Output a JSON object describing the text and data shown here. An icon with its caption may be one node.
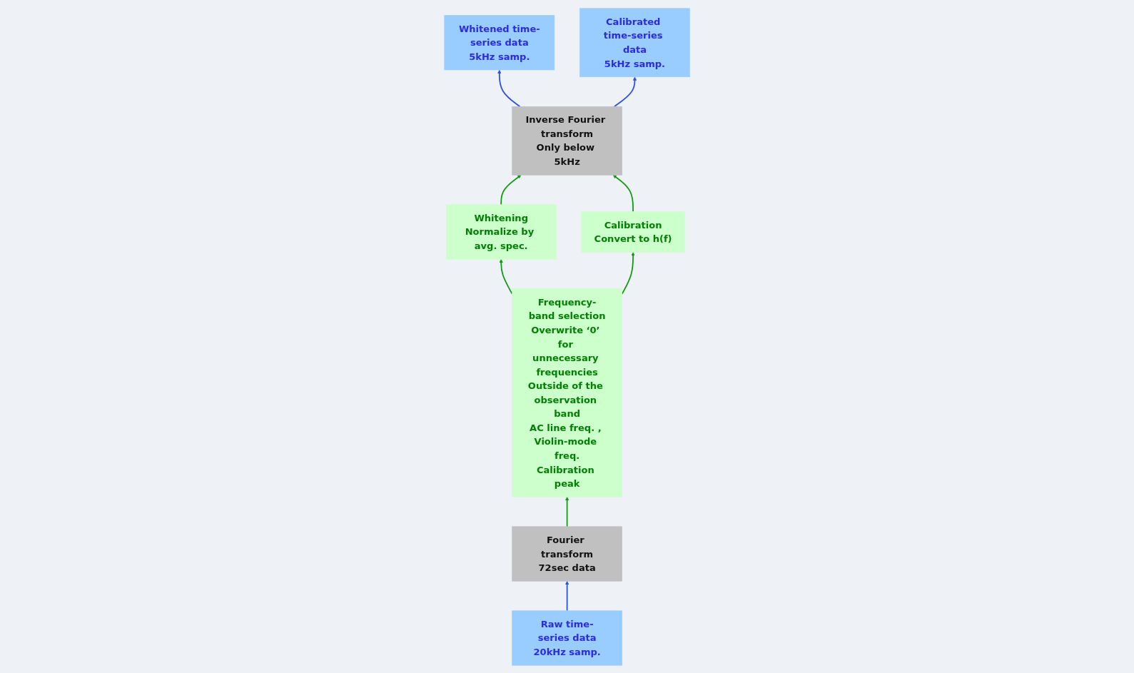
{
  "diagram": {
    "nodes": [
      {
        "text": [
          "Frequency-band selection",
          "Overwrite ‘0’ for unnecessary frequencies",
          "Outside of the observation band",
          "AC line freq. , Violin-mode freq.",
          "Calibration peak"
        ]
      },
      {
        "text": [
          "Whitening",
          "Normalize by avg. spec."
        ]
      },
      {
        "text": [
          "Calibration",
          "Convert to h(f)"
        ]
      },
      {
        "text": [
          "Fourier transform",
          "72sec data"
        ]
      },
      {
        "text": [
          "Inverse Fourier transform",
          "Only below 5kHz"
        ]
      },
      {
        "text": [
          "Raw time-series data",
          "20kHz samp."
        ]
      },
      {
        "text": [
          "Whitened time-series data",
          "5kHz samp."
        ]
      },
      {
        "text": [
          "Calibrated time-series data",
          "5kHz samp."
        ]
      }
    ],
    "edges": [
      {
        "from": 5,
        "to": 3,
        "arrow": "to",
        "color": "#2b4fe0"
      },
      {
        "from": 3,
        "to": 0,
        "arrow": "to"
      },
      {
        "from": 0,
        "to": 1,
        "arrow": "to"
      },
      {
        "from": 0,
        "to": 2,
        "arrow": "to"
      },
      {
        "from": 1,
        "to": 4,
        "arrow": "to"
      },
      {
        "from": 2,
        "to": 4,
        "arrow": "to"
      },
      {
        "from": 4,
        "to": 6,
        "arrow": "to",
        "color": "#2b4fe0"
      },
      {
        "from": 4,
        "to": 7,
        "arrow": "to",
        "color": "#2b4fe0"
      }
    ]
  }
}
